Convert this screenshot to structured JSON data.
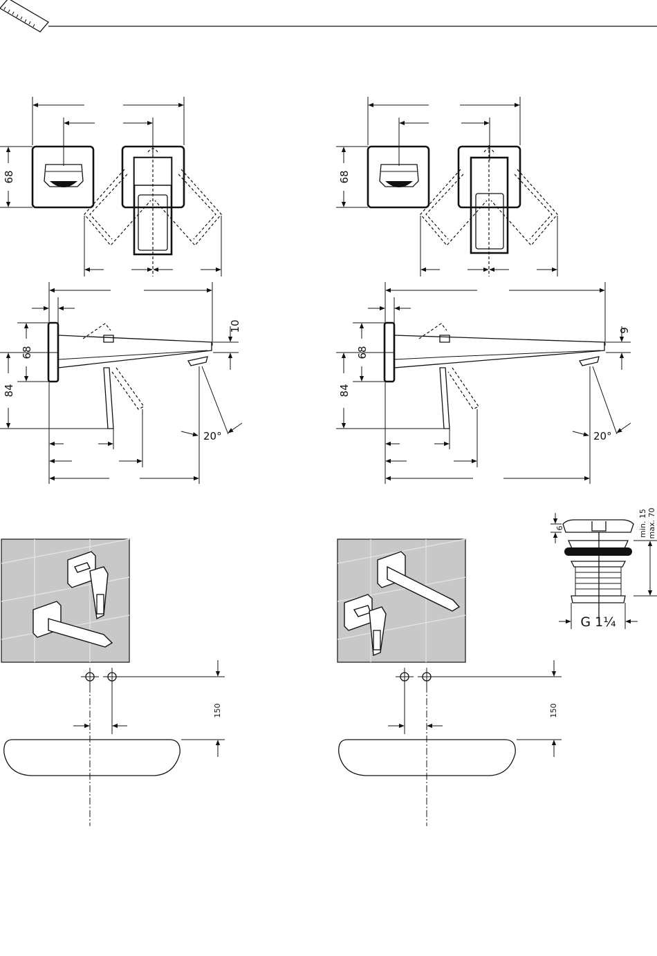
{
  "dimensions": {
    "plate_height": "68",
    "body_height": "84",
    "spout_drop_left": "10",
    "spout_drop_right": "9",
    "spray_angle": "20°",
    "hole_offset": "150",
    "waste_cap": "6",
    "waste_min": "min. 15",
    "waste_max": "max. 70",
    "thread": "G 1¼"
  },
  "icons": {
    "header": "ruler-icon",
    "product_left": "basin-mixer-illustration",
    "product_right": "basin-mixer-illustration"
  },
  "colors": {
    "line": "#111111",
    "photo_background": "#c8c8c8",
    "photo_tile": "#dcdcdc"
  }
}
